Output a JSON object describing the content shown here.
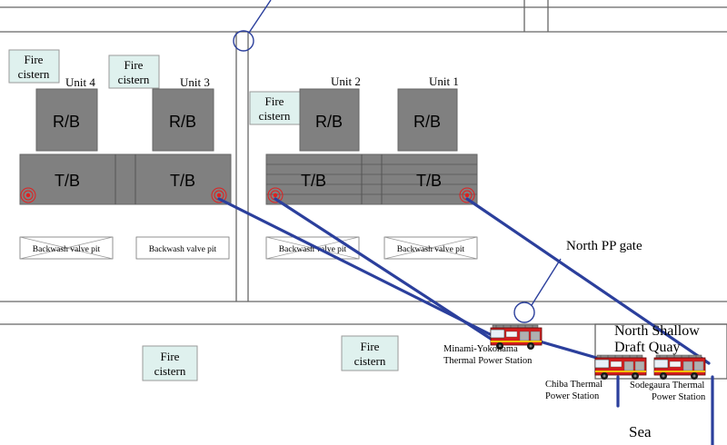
{
  "units": {
    "unit4": "Unit 4",
    "unit3": "Unit 3",
    "unit2": "Unit 2",
    "unit1": "Unit 1"
  },
  "buildings": {
    "reactor": "R/B",
    "turbine": "T/B"
  },
  "valve_pit": "Backwash valve pit",
  "fire_cistern": "Fire cistern",
  "gate": "North PP gate",
  "quay": [
    "North Shallow",
    "Draft Quay"
  ],
  "stations": {
    "minami_yokohama": [
      "Minami-Yokohama",
      "Thermal Power Station"
    ],
    "chiba": [
      "Chiba Thermal",
      "Power Station"
    ],
    "sodegaura": [
      "Sodegaura Thermal",
      "Power Station"
    ]
  },
  "sea": "Sea",
  "colors": {
    "hose": "#2b3f9c",
    "building": "#808080",
    "cistern": "#dff1ee",
    "truck": "#d41d1d",
    "hydrant": "#e02020"
  }
}
